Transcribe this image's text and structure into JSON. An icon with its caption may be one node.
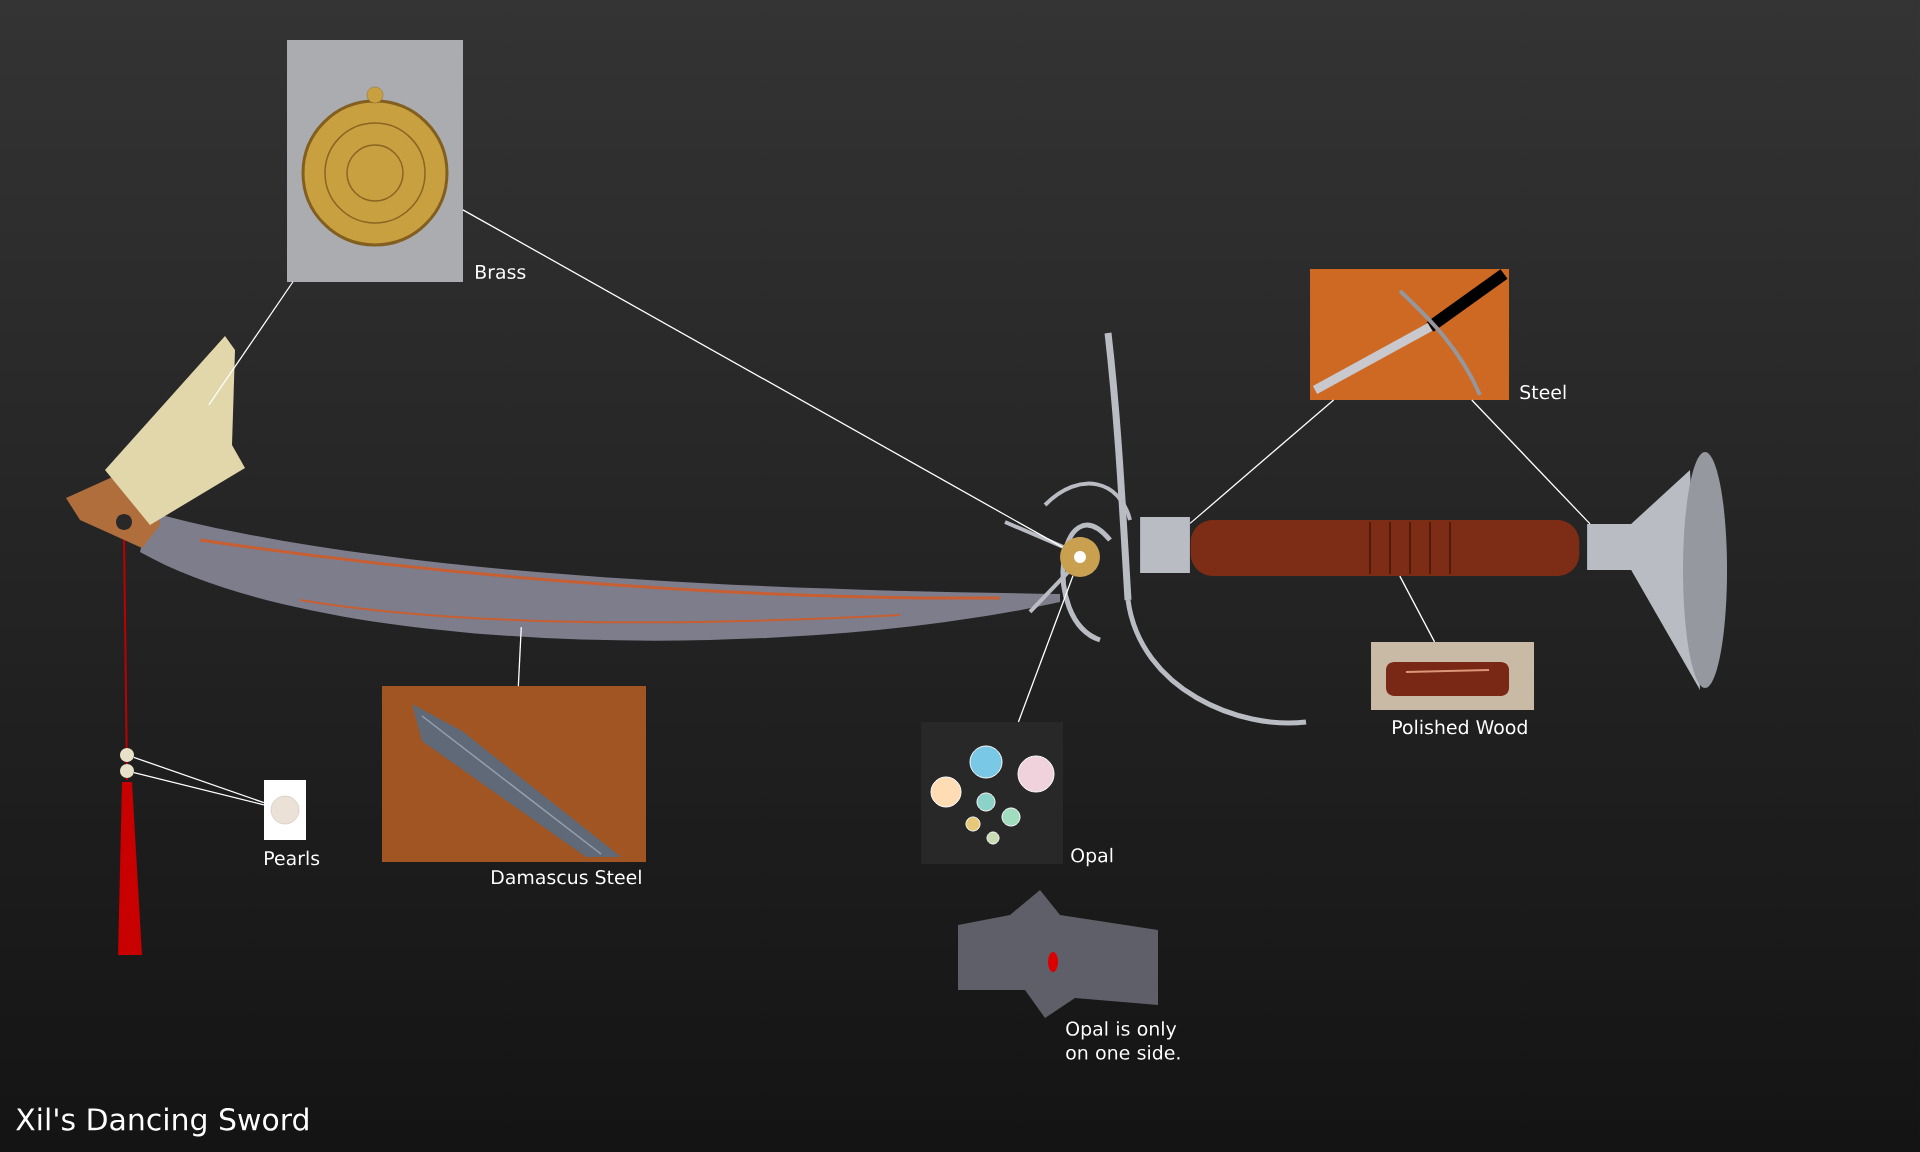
{
  "diagram": {
    "title": "Xil's Dancing Sword",
    "nodes": [
      {
        "text": [
          "Brass"
        ]
      },
      {
        "text": [
          "Steel"
        ]
      },
      {
        "text": [
          "Polished Wood"
        ]
      },
      {
        "text": [
          "Pearls"
        ]
      },
      {
        "text": [
          "Damascus Steel"
        ]
      },
      {
        "text": [
          "Opal"
        ]
      },
      {
        "text": [
          "Opal is only on one side."
        ]
      },
      {
        "text": [],
        "shape": "picture"
      },
      {
        "text": [],
        "shape": "circle"
      },
      {
        "text": [],
        "shape": "box"
      },
      {
        "text": [],
        "shape": "box"
      },
      {
        "text": [],
        "shape": "bar"
      },
      {
        "text": [],
        "shape": "picture"
      },
      {
        "text": [],
        "shape": "circle"
      },
      {
        "text": [],
        "shape": "circle"
      }
    ],
    "edges": [
      {
        "from": 0,
        "to": 7,
        "arrow": "none"
      },
      {
        "from": 0,
        "to": 8,
        "arrow": "none"
      },
      {
        "from": 1,
        "to": 9,
        "arrow": "none"
      },
      {
        "from": 1,
        "to": 10,
        "arrow": "none"
      },
      {
        "from": 2,
        "to": 11,
        "arrow": "none"
      },
      {
        "from": 3,
        "to": 13,
        "arrow": "none"
      },
      {
        "from": 3,
        "to": 14,
        "arrow": "none"
      },
      {
        "from": 4,
        "to": 12,
        "arrow": "none"
      },
      {
        "from": 5,
        "to": 8,
        "arrow": "none"
      }
    ]
  }
}
